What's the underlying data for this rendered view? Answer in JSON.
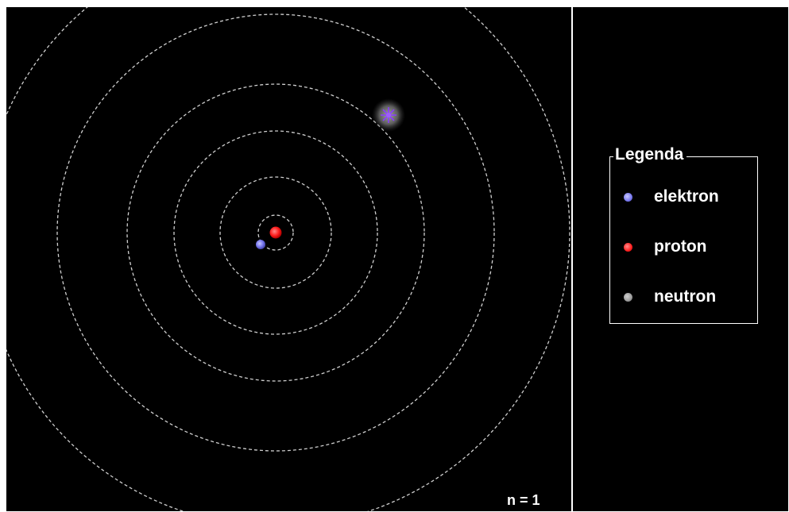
{
  "simulation": {
    "n_label": "n = 1",
    "orbit_color": "#cfcfcf",
    "background_color": "#000000"
  },
  "legend": {
    "title": "Legenda",
    "items": [
      {
        "label": "elektron",
        "color": "#7777ee"
      },
      {
        "label": "proton",
        "color": "#ff2a2a"
      },
      {
        "label": "neutron",
        "color": "#9a9a9a"
      }
    ]
  }
}
